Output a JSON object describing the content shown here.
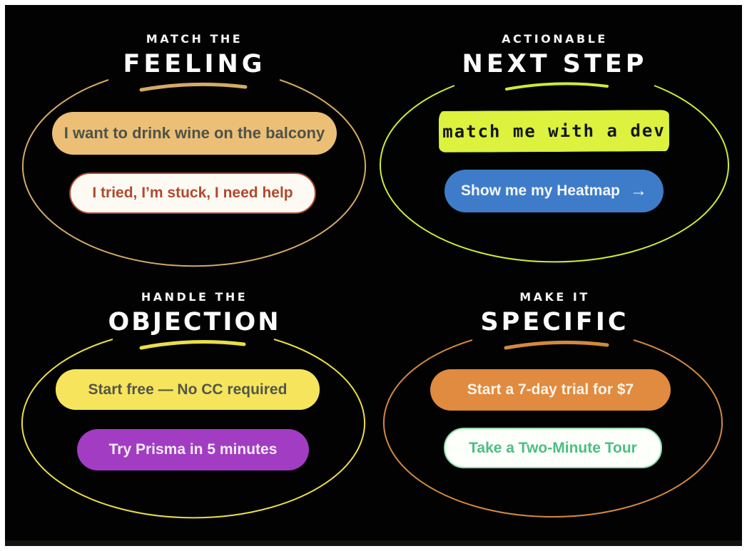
{
  "canvas": {
    "background": "#020202",
    "frame_color": "#ffffff"
  },
  "quadrants": [
    {
      "id": "match-the-feeling",
      "eyebrow": "MATCH THE",
      "title": "FEELING",
      "accent": "#d4aa66",
      "items": [
        {
          "label": "I want to drink wine on the balcony",
          "bg": "#ecbf77",
          "color": "#4d5349",
          "border": "transparent"
        },
        {
          "label": "I tried, I’m stuck, I need help",
          "bg": "#fdfaf4",
          "color": "#b1492c",
          "border": "#a8492e"
        }
      ]
    },
    {
      "id": "actionable-next-step",
      "eyebrow": "ACTIONABLE",
      "title": "NEXT STEP",
      "accent": "#cdeb39",
      "items": [
        {
          "label": "match me with a dev",
          "bg": "#dcf23e",
          "color": "#161616",
          "border": "transparent"
        },
        {
          "label": "Show me my Heatmap",
          "arrow": "→",
          "bg": "#3e7cc9",
          "color": "#f4f8fc",
          "border": "transparent"
        }
      ]
    },
    {
      "id": "handle-the-objection",
      "eyebrow": "HANDLE THE",
      "title": "OBJECTION",
      "accent": "#eadd4a",
      "items": [
        {
          "label": "Start free — No CC required",
          "bg": "#f6e45c",
          "color": "#53564a",
          "border": "transparent"
        },
        {
          "label": "Try Prisma in 5 minutes",
          "bg": "#a23cc3",
          "color": "#f5ecf7",
          "border": "transparent"
        }
      ]
    },
    {
      "id": "make-it-specific",
      "eyebrow": "MAKE IT",
      "title": "SPECIFIC",
      "accent": "#d2893f",
      "items": [
        {
          "label": "Start a 7-day trial for $7",
          "bg": "#e08b3f",
          "color": "#fdf4e9",
          "border": "transparent"
        },
        {
          "label": "Take a Two-Minute Tour",
          "bg": "#fdfffb",
          "color": "#4dbe83",
          "border": "#8edcac"
        }
      ]
    }
  ]
}
